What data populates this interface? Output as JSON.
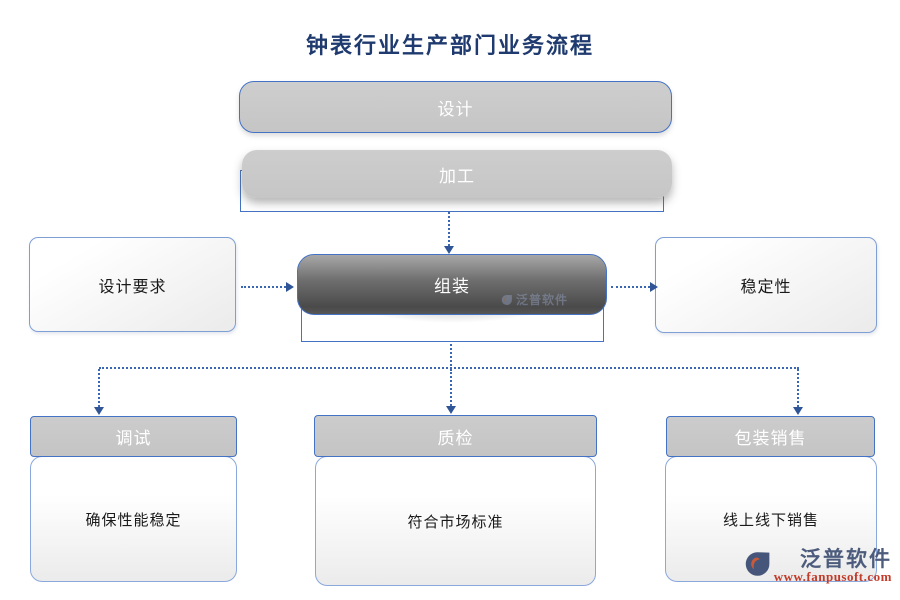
{
  "title": "钟表行业生产部门业务流程",
  "nodes": {
    "design": {
      "label": "设计"
    },
    "process": {
      "label": "加工"
    },
    "assembly": {
      "label": "组装"
    },
    "design_req": {
      "label": "设计要求"
    },
    "stability": {
      "label": "稳定性"
    },
    "debug": {
      "header": "调试",
      "body": "确保性能稳定"
    },
    "quality": {
      "header": "质检",
      "body": "符合市场标准"
    },
    "packing": {
      "header": "包装销售",
      "body": "线上线下销售"
    }
  },
  "watermark": {
    "brand": "泛普软件",
    "url": "www.fanpusoft.com",
    "logo_icon": "fanpu-logo-icon"
  },
  "colors": {
    "title_navy": "#1e3a6e",
    "accent_blue": "#4472c4",
    "arrow_blue": "#3a66b4",
    "node_gray": "#c9c9c9",
    "assembly_dark_gray": "#4a4a4a",
    "watermark_red": "#c23b2a"
  }
}
